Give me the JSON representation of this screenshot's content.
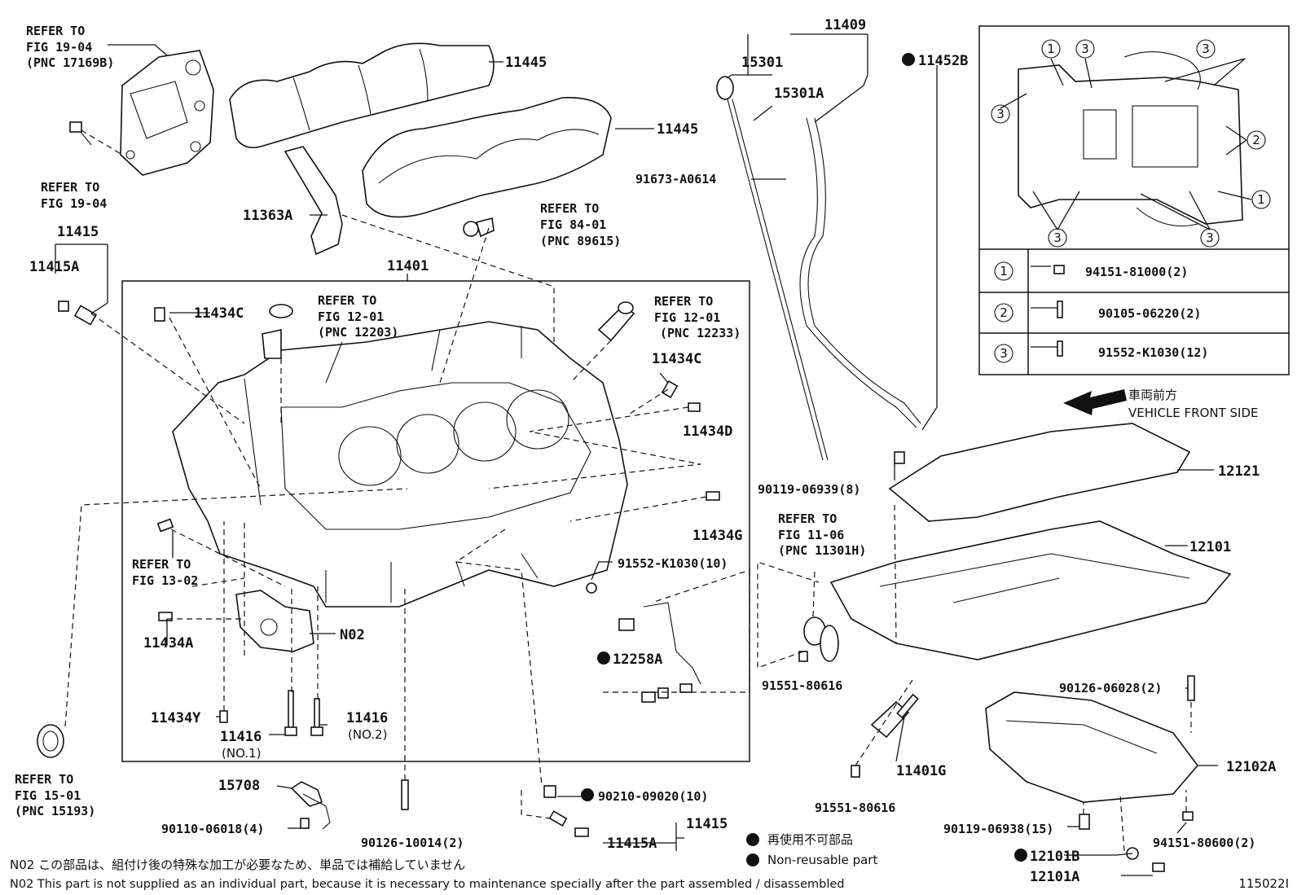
{
  "refs": {
    "r19a": [
      "REFER TO",
      "FIG 19-04",
      "(PNC 17169B)"
    ],
    "r19b": [
      "REFER TO",
      "FIG 19-04"
    ],
    "r84": [
      "REFER TO",
      "FIG 84-01",
      "(PNC 89615)"
    ],
    "r12a": [
      "REFER TO",
      "FIG 12-01",
      "(PNC 12203)"
    ],
    "r12b": [
      "REFER TO",
      "FIG 12-01",
      "(PNC 12233)"
    ],
    "r13": [
      "REFER TO",
      "FIG 13-02"
    ],
    "r11": [
      "REFER TO",
      "FIG 11-06",
      "(PNC 11301H)"
    ],
    "r15": [
      "REFER TO",
      "FIG 15-01",
      "(PNC 15193)"
    ]
  },
  "parts": {
    "p11445a": "11445",
    "p11445b": "11445",
    "p11409": "11409",
    "p15301": "15301",
    "p15301A": "15301A",
    "p11452B": "11452B",
    "p91673": "91673-A0614",
    "p11415top": "11415",
    "p11415Atop": "11415A",
    "p11363A": "11363A",
    "p11401": "11401",
    "p11434Ca": "11434C",
    "p11434Cb": "11434C",
    "p11434D": "11434D",
    "p11434G": "11434G",
    "p11434A": "11434A",
    "pN02": "N02",
    "p11434Y": "11434Y",
    "p11416a": "11416",
    "p11416a_sub": "(NO.1)",
    "p11416b": "11416",
    "p11416b_sub": "(NO.2)",
    "p91552a": "91552-K1030(10)",
    "p12258A": "12258A",
    "p90119a": "90119-06939(8)",
    "p12121": "12121",
    "p12101": "12101",
    "p91551a": "91551-80616",
    "p91551b": "91551-80616",
    "p11401G": "11401G",
    "p90126a": "90126-06028(2)",
    "p12102A": "12102A",
    "p90119b": "90119-06938(15)",
    "p94151b": "94151-80600(2)",
    "p12101B": "12101B",
    "p12101A": "12101A",
    "p15708": "15708",
    "p90110": "90110-06018(4)",
    "p90126b": "90126-10014(2)",
    "p90210": "90210-09020(10)",
    "p11415bot": "11415",
    "p11415Abot": "11415A"
  },
  "inset_table": [
    {
      "num": "1",
      "part": "94151-81000(2)"
    },
    {
      "num": "2",
      "part": "90105-06220(2)"
    },
    {
      "num": "3",
      "part": "91552-K1030(12)"
    }
  ],
  "inset_callouts": [
    "1",
    "3",
    "3",
    "3",
    "3",
    "2",
    "1",
    "3",
    "3"
  ],
  "vehicle_front": {
    "jp": "車両前方",
    "en": "VEHICLE FRONT SIDE"
  },
  "legend": {
    "jp": "再使用不可部品",
    "en": "Non-reusable part"
  },
  "notes": {
    "jp": "N02 この部品は、組付け後の特殊な加工が必要なため、単品では補給していません",
    "en": "N02 This part is not supplied as an individual part, because it is necessary to maintenance specially after the part assembled / disassembled"
  },
  "figure_id": "115022I"
}
